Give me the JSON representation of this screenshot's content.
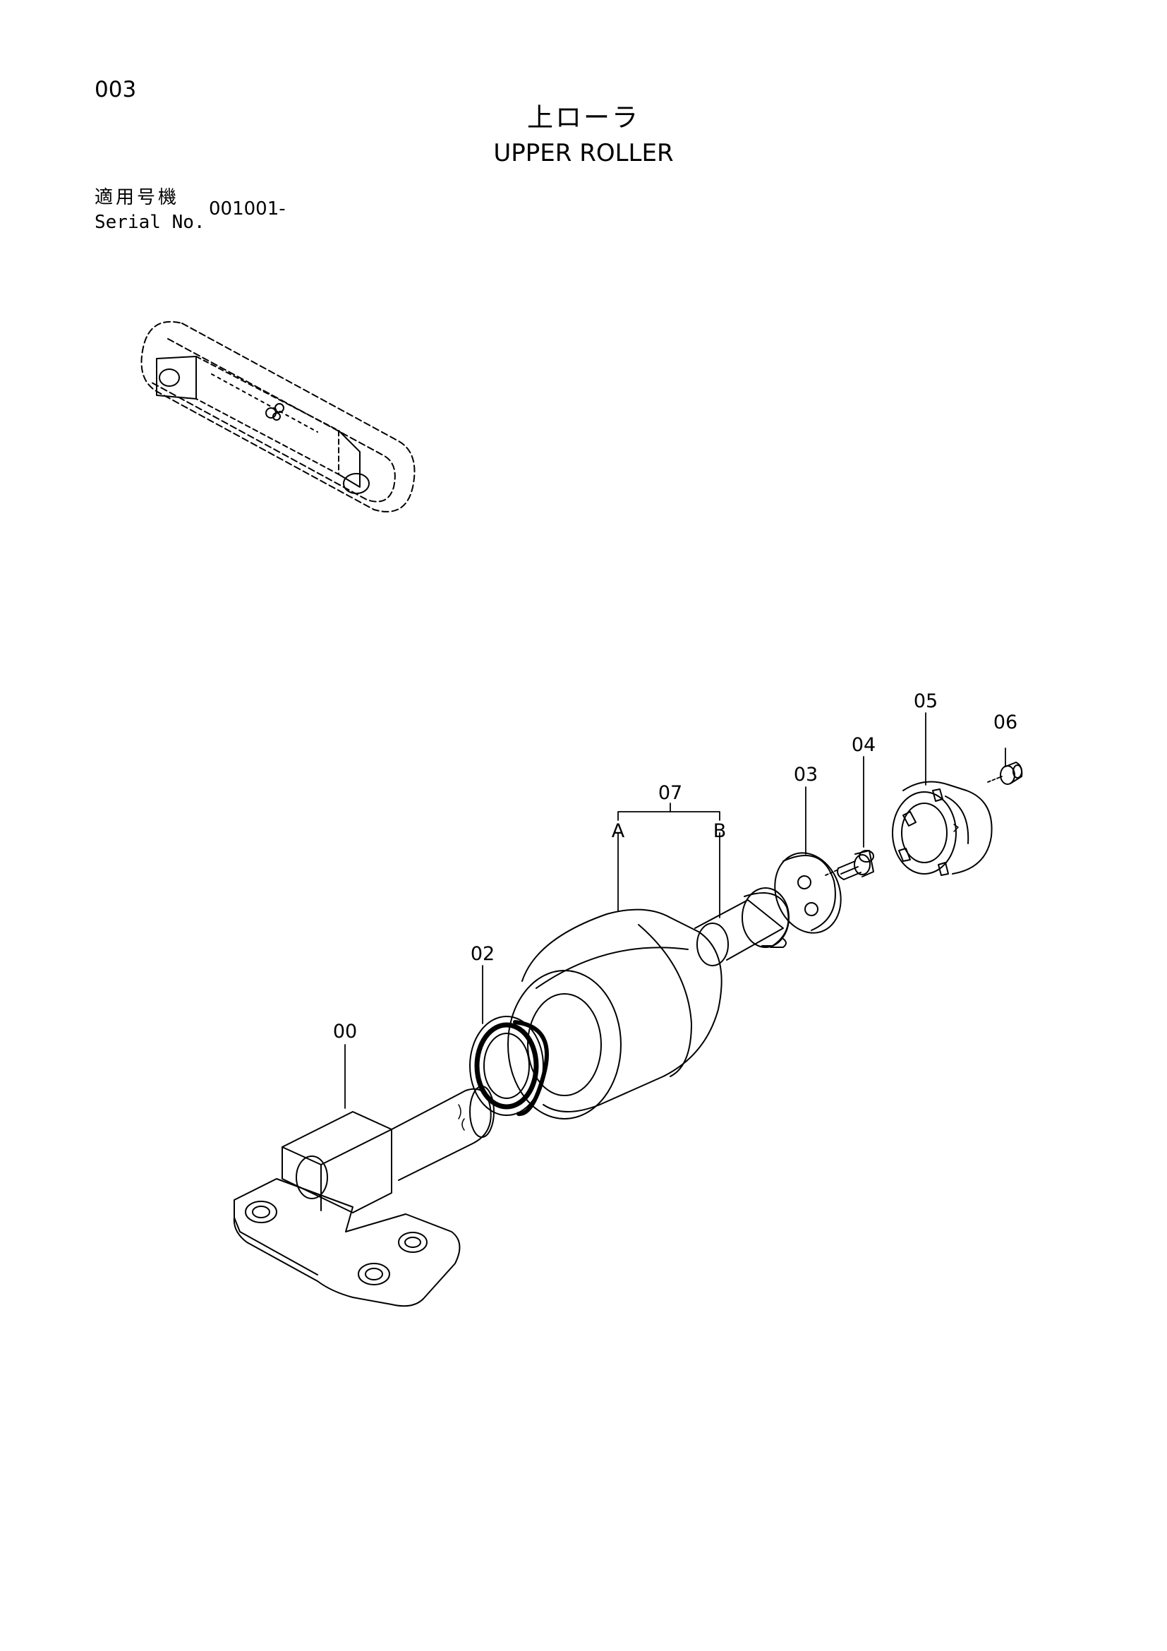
{
  "header": {
    "page_number": "003",
    "title_jp": "上ローラ",
    "title_en": "UPPER ROLLER",
    "serial_label_jp": "適用号機",
    "serial_label_en": "Serial No.",
    "serial_value": "001001-"
  },
  "callouts": {
    "p00": "00",
    "p02": "02",
    "p03": "03",
    "p04": "04",
    "p05": "05",
    "p06": "06",
    "p07": "07",
    "pA": "A",
    "pB": "B"
  }
}
